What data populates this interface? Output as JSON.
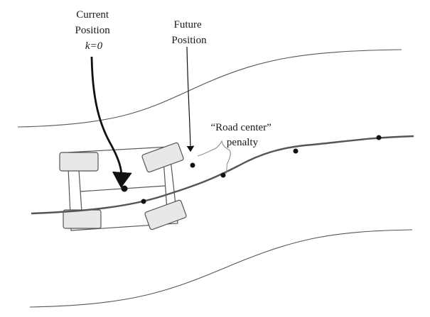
{
  "labels": {
    "current_position": {
      "line1": "Current",
      "line2": "Position",
      "line3": "k=0"
    },
    "future_position": {
      "line1": "Future",
      "line2": "Position"
    },
    "penalty": {
      "line1": "“Road center”",
      "line2": "penalty"
    }
  },
  "colors": {
    "outline": "#555555",
    "wheel_fill": "#e8e8e8",
    "center_line": "#555555",
    "arrow": "#111111",
    "point": "#111111"
  }
}
